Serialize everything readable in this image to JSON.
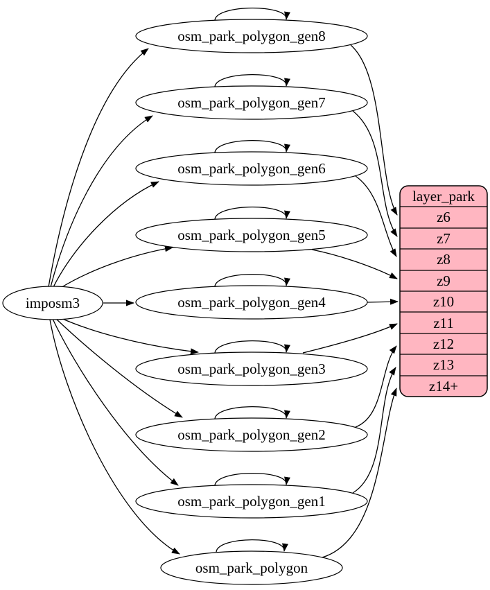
{
  "nodes": {
    "source": "imposm3",
    "tables": [
      {
        "label": "osm_park_polygon_gen8"
      },
      {
        "label": "osm_park_polygon_gen7"
      },
      {
        "label": "osm_park_polygon_gen6"
      },
      {
        "label": "osm_park_polygon_gen5"
      },
      {
        "label": "osm_park_polygon_gen4"
      },
      {
        "label": "osm_park_polygon_gen3"
      },
      {
        "label": "osm_park_polygon_gen2"
      },
      {
        "label": "osm_park_polygon_gen1"
      },
      {
        "label": "osm_park_polygon"
      }
    ]
  },
  "layer_table": {
    "header": "layer_park",
    "rows": [
      "z6",
      "z7",
      "z8",
      "z9",
      "z10",
      "z11",
      "z12",
      "z13",
      "z14+"
    ],
    "fill": "#ffb6c1"
  },
  "colors": {
    "background": "#ffffff",
    "stroke": "#000000",
    "node_fill": "#ffffff",
    "table_fill": "#ffb6c1"
  },
  "edges": [
    {
      "from": "imposm3",
      "to": "osm_park_polygon_gen8"
    },
    {
      "from": "imposm3",
      "to": "osm_park_polygon_gen7"
    },
    {
      "from": "imposm3",
      "to": "osm_park_polygon_gen6"
    },
    {
      "from": "imposm3",
      "to": "osm_park_polygon_gen5"
    },
    {
      "from": "imposm3",
      "to": "osm_park_polygon_gen4"
    },
    {
      "from": "imposm3",
      "to": "osm_park_polygon_gen3"
    },
    {
      "from": "imposm3",
      "to": "osm_park_polygon_gen2"
    },
    {
      "from": "imposm3",
      "to": "osm_park_polygon_gen1"
    },
    {
      "from": "imposm3",
      "to": "osm_park_polygon"
    },
    {
      "from": "osm_park_polygon_gen8",
      "to": "osm_park_polygon_gen8",
      "type": "self-loop"
    },
    {
      "from": "osm_park_polygon_gen7",
      "to": "osm_park_polygon_gen7",
      "type": "self-loop"
    },
    {
      "from": "osm_park_polygon_gen6",
      "to": "osm_park_polygon_gen6",
      "type": "self-loop"
    },
    {
      "from": "osm_park_polygon_gen5",
      "to": "osm_park_polygon_gen5",
      "type": "self-loop"
    },
    {
      "from": "osm_park_polygon_gen4",
      "to": "osm_park_polygon_gen4",
      "type": "self-loop"
    },
    {
      "from": "osm_park_polygon_gen3",
      "to": "osm_park_polygon_gen3",
      "type": "self-loop"
    },
    {
      "from": "osm_park_polygon_gen2",
      "to": "osm_park_polygon_gen2",
      "type": "self-loop"
    },
    {
      "from": "osm_park_polygon_gen1",
      "to": "osm_park_polygon_gen1",
      "type": "self-loop"
    },
    {
      "from": "osm_park_polygon",
      "to": "osm_park_polygon",
      "type": "self-loop"
    },
    {
      "from": "osm_park_polygon_gen8",
      "to": "layer_park.z6"
    },
    {
      "from": "osm_park_polygon_gen7",
      "to": "layer_park.z7"
    },
    {
      "from": "osm_park_polygon_gen6",
      "to": "layer_park.z8"
    },
    {
      "from": "osm_park_polygon_gen5",
      "to": "layer_park.z9"
    },
    {
      "from": "osm_park_polygon_gen4",
      "to": "layer_park.z10"
    },
    {
      "from": "osm_park_polygon_gen3",
      "to": "layer_park.z11"
    },
    {
      "from": "osm_park_polygon_gen2",
      "to": "layer_park.z12"
    },
    {
      "from": "osm_park_polygon_gen1",
      "to": "layer_park.z13"
    },
    {
      "from": "osm_park_polygon",
      "to": "layer_park.z14+"
    }
  ]
}
